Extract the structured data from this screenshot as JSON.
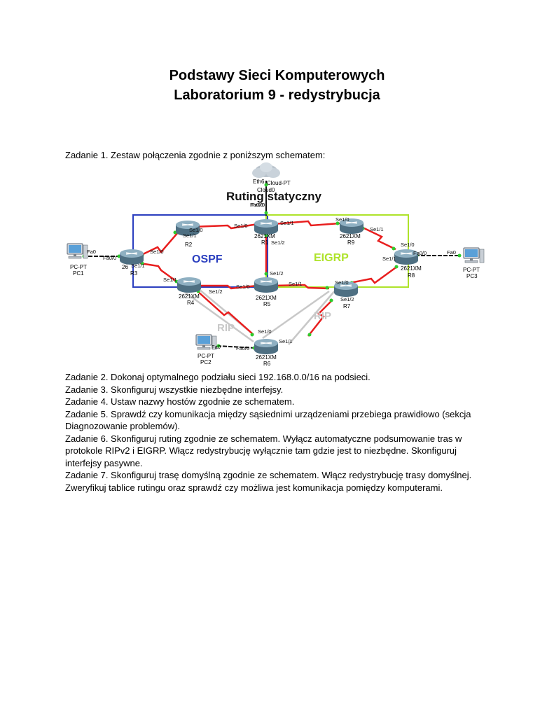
{
  "document": {
    "title_line1": "Podstawy Sieci Komputerowych",
    "title_line2": "Laboratorium 9 - redystrybucja",
    "intro": "Zadanie 1. Zestaw połączenia zgodnie z poniższym schematem:",
    "tasks": [
      "Zadanie 2. Dokonaj optymalnego podziału sieci 192.168.0.0/16 na podsieci.",
      "Zadanie 3. Skonfiguruj wszystkie niezbędne interfejsy.",
      "Zadanie 4. Ustaw nazwy hostów zgodnie ze schematem.",
      "Zadanie 5. Sprawdź czy komunikacja między sąsiednimi urządzeniami przebiega prawidłowo (sekcja",
      "Diagnozowanie problemów).",
      "Zadanie 6. Skonfiguruj ruting zgodnie ze schematem. Wyłącz automatyczne podsumowanie tras w",
      "protokole RIPv2 i EIGRP. Włącz redystrybucję wyłącznie tam gdzie jest to niezbędne. Skonfiguruj",
      "interfejsy pasywne.",
      "Zadanie 7. Skonfiguruj trasę domyślną zgodnie ze schematem. Włącz redystrybucję trasy domyślnej.",
      "Zweryfikuj tablice rutingu oraz sprawdź czy możliwa jest komunikacja pomiędzy komputerami."
    ]
  },
  "diagram": {
    "area_labels": {
      "ospf": "OSPF",
      "eigrp": "EIGRP",
      "rip_left": "RIP",
      "rip_right": "RIP",
      "static": "Ruting statyczny"
    },
    "colors": {
      "ospf": "#2b3fbf",
      "eigrp": "#aee32a",
      "rip": "#c8c8c8",
      "serial_link": "#e81e1e",
      "ethernet_link": "#111111",
      "port_up": "#2ecc2e"
    },
    "cloud": {
      "line1": "Eth6",
      "line2": "Cloud-PT",
      "line3": "Cloud0",
      "port": "Fa0/0"
    },
    "pcs": [
      {
        "type": "PC-PT",
        "name": "PC1",
        "port": "Fa0"
      },
      {
        "type": "PC-PT",
        "name": "PC2",
        "port": "Fa0"
      },
      {
        "type": "PC-PT",
        "name": "PC3",
        "port": "Fa0"
      }
    ],
    "routers": {
      "r2": {
        "model": "",
        "name": "R2"
      },
      "r3": {
        "model": "26",
        "name": "R3"
      },
      "r4": {
        "model": "2621XM",
        "name": "R4"
      },
      "r5": {
        "model": "2621XM",
        "name": "R5"
      },
      "r6": {
        "model": "2621XM",
        "name": "R6"
      },
      "r7": {
        "model": "",
        "name": "R7"
      },
      "r8": {
        "model": "2621XM",
        "name": "R8"
      },
      "r9": {
        "model": "2621XM",
        "name": "R9"
      },
      "r1": {
        "model": "2621XM",
        "name": "R1"
      }
    },
    "ports": {
      "r2_se10": "Se1/0",
      "r2_se11": "Se1/1",
      "r3_fa00": "Fa0/0",
      "r3_se10": "Se1/0",
      "r3_se11": "Se1/1",
      "r4_se11": "Se1/1",
      "r4_se12": "Se1/2",
      "r1_fa00": "Fa0/0",
      "r1_se10": "Se1/0",
      "r1_se11": "Se1/1",
      "r1_se12": "Se1/2",
      "r5_se10": "Se1/0",
      "r5_se11": "Se1/1",
      "r5_se12": "Se1/2",
      "r9_se10": "Se1/0",
      "r9_se11": "Se1/1",
      "r8_se10": "Se1/0",
      "r8_se11": "Se1/1",
      "r8_fa00": "Fa0/0",
      "r7_se10": "Se1/0",
      "r7_se12": "Se1/2",
      "r6_se10": "Se1/0",
      "r6_se11": "Se1/1",
      "r6_fa00": "Fa0/0"
    }
  }
}
